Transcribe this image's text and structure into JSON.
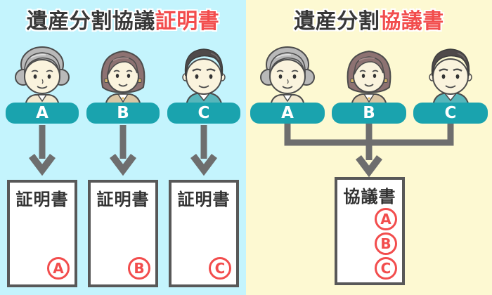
{
  "left_panel": {
    "title_main": "遺産分割協議",
    "title_accent": "証明書",
    "persons": [
      {
        "label": "A",
        "illustration": "elderly-woman",
        "doc_title": "証明書",
        "stamp": "A"
      },
      {
        "label": "B",
        "illustration": "middle-aged-woman",
        "doc_title": "証明書",
        "stamp": "B"
      },
      {
        "label": "C",
        "illustration": "man",
        "doc_title": "証明書",
        "stamp": "C"
      }
    ]
  },
  "right_panel": {
    "title_main": "遺産分割",
    "title_accent": "協議書",
    "persons": [
      {
        "label": "A",
        "illustration": "elderly-woman"
      },
      {
        "label": "B",
        "illustration": "middle-aged-woman"
      },
      {
        "label": "C",
        "illustration": "man"
      }
    ],
    "document": {
      "title": "協議書",
      "stamps": [
        "A",
        "B",
        "C"
      ]
    }
  },
  "colors": {
    "left_background": "#c4f4fd",
    "right_background": "#fdf9d2",
    "accent_red": "#f24d4d",
    "label_teal": "#1aa3ae",
    "arrow_gray": "#6e6e6e",
    "document_border_gray": "#585858",
    "title_dark": "#383838"
  }
}
